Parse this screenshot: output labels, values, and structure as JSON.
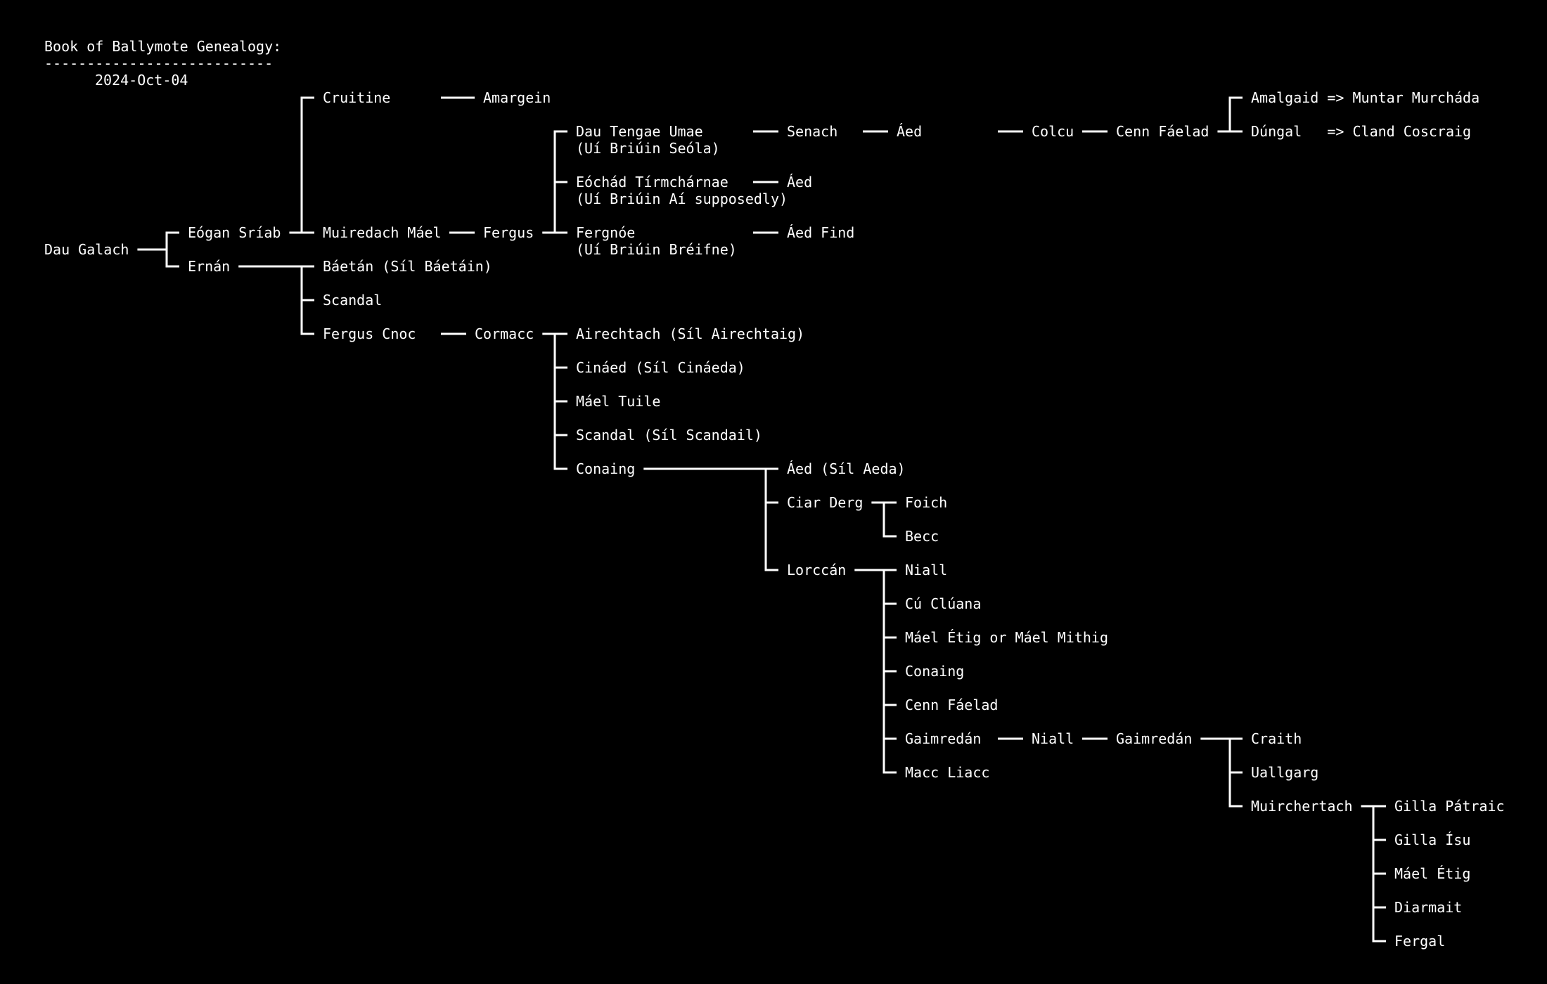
{
  "title": "Book of Ballymote Genealogy:",
  "rule": "---------------------------",
  "date": "2024-Oct-04",
  "colors": {
    "background": "#000000",
    "foreground": "#ffffff"
  },
  "nodes": [
    {
      "id": "dau-galach",
      "label": "Dau Galach"
    },
    {
      "id": "eogan-sriab",
      "label": "Eógan Sríab"
    },
    {
      "id": "ernan",
      "label": "Ernán"
    },
    {
      "id": "cruitine",
      "label": "Cruitine"
    },
    {
      "id": "amargein",
      "label": "Amargein"
    },
    {
      "id": "muiredach-mael",
      "label": "Muiredach Máel"
    },
    {
      "id": "fergus",
      "label": "Fergus"
    },
    {
      "id": "dau-tengae-umae",
      "label": "Dau Tengae Umae",
      "note": "(Uí Briúin Seóla)"
    },
    {
      "id": "senach",
      "label": "Senach"
    },
    {
      "id": "aed-1",
      "label": "Áed"
    },
    {
      "id": "colcu",
      "label": "Colcu"
    },
    {
      "id": "cenn-faelad-1",
      "label": "Cenn Fáelad"
    },
    {
      "id": "amalgaid",
      "label": "Amalgaid => Muntar Murcháda"
    },
    {
      "id": "dungal",
      "label": "Dúngal   => Cland Coscraig"
    },
    {
      "id": "eochad",
      "label": "Eóchád Tírmchárnae",
      "note": "(Uí Briúin Aí supposedly)"
    },
    {
      "id": "aed-2",
      "label": "Áed"
    },
    {
      "id": "fergnoe",
      "label": "Fergnóe",
      "note": "(Uí Briúin Bréifne)"
    },
    {
      "id": "aed-find",
      "label": "Áed Find"
    },
    {
      "id": "baetan",
      "label": "Báetán (Síl Báetáin)"
    },
    {
      "id": "scandal-1",
      "label": "Scandal"
    },
    {
      "id": "fergus-cnoc",
      "label": "Fergus Cnoc"
    },
    {
      "id": "cormacc",
      "label": "Cormacc"
    },
    {
      "id": "airechtach",
      "label": "Airechtach (Síl Airechtaig)"
    },
    {
      "id": "cinaed",
      "label": "Cináed (Síl Cináeda)"
    },
    {
      "id": "mael-tuile",
      "label": "Máel Tuile"
    },
    {
      "id": "scandal-2",
      "label": "Scandal (Síl Scandail)"
    },
    {
      "id": "conaing-1",
      "label": "Conaing"
    },
    {
      "id": "aed-sil-aeda",
      "label": "Áed (Síl Aeda)"
    },
    {
      "id": "ciar-derg",
      "label": "Ciar Derg"
    },
    {
      "id": "foich",
      "label": "Foich"
    },
    {
      "id": "becc",
      "label": "Becc"
    },
    {
      "id": "lorccan",
      "label": "Lorccán"
    },
    {
      "id": "niall-1",
      "label": "Niall"
    },
    {
      "id": "cu-cluana",
      "label": "Cú Clúana"
    },
    {
      "id": "mael-etig-mithig",
      "label": "Máel Étig or Máel Mithig"
    },
    {
      "id": "conaing-2",
      "label": "Conaing"
    },
    {
      "id": "cenn-faelad-2",
      "label": "Cenn Fáelad"
    },
    {
      "id": "gaimredan-1",
      "label": "Gaimredán"
    },
    {
      "id": "niall-2",
      "label": "Niall"
    },
    {
      "id": "gaimredan-2",
      "label": "Gaimredán"
    },
    {
      "id": "craith",
      "label": "Craith"
    },
    {
      "id": "uallgarg",
      "label": "Uallgarg"
    },
    {
      "id": "muirchertach",
      "label": "Muirchertach"
    },
    {
      "id": "gilla-patraic",
      "label": "Gilla Pátraic"
    },
    {
      "id": "gilla-isu",
      "label": "Gilla Ísu"
    },
    {
      "id": "mael-etig",
      "label": "Máel Étig"
    },
    {
      "id": "diarmait",
      "label": "Diarmait"
    },
    {
      "id": "fergal",
      "label": "Fergal"
    },
    {
      "id": "macc-liacc",
      "label": "Macc Liacc"
    }
  ],
  "edges": [
    {
      "parent": "dau-galach",
      "children": [
        "eogan-sriab",
        "ernan"
      ]
    },
    {
      "parent": "eogan-sriab",
      "children": [
        "cruitine",
        "muiredach-mael"
      ]
    },
    {
      "parent": "cruitine",
      "children": [
        "amargein"
      ]
    },
    {
      "parent": "muiredach-mael",
      "children": [
        "fergus"
      ]
    },
    {
      "parent": "fergus",
      "children": [
        "dau-tengae-umae",
        "eochad",
        "fergnoe"
      ]
    },
    {
      "parent": "dau-tengae-umae",
      "children": [
        "senach"
      ]
    },
    {
      "parent": "senach",
      "children": [
        "aed-1"
      ]
    },
    {
      "parent": "aed-1",
      "children": [
        "colcu"
      ]
    },
    {
      "parent": "colcu",
      "children": [
        "cenn-faelad-1"
      ]
    },
    {
      "parent": "cenn-faelad-1",
      "children": [
        "amalgaid",
        "dungal"
      ]
    },
    {
      "parent": "eochad",
      "children": [
        "aed-2"
      ]
    },
    {
      "parent": "fergnoe",
      "children": [
        "aed-find"
      ]
    },
    {
      "parent": "ernan",
      "children": [
        "baetan",
        "scandal-1",
        "fergus-cnoc"
      ]
    },
    {
      "parent": "fergus-cnoc",
      "children": [
        "cormacc"
      ]
    },
    {
      "parent": "cormacc",
      "children": [
        "airechtach",
        "cinaed",
        "mael-tuile",
        "scandal-2",
        "conaing-1"
      ]
    },
    {
      "parent": "conaing-1",
      "children": [
        "aed-sil-aeda",
        "ciar-derg",
        "lorccan"
      ]
    },
    {
      "parent": "ciar-derg",
      "children": [
        "foich",
        "becc"
      ]
    },
    {
      "parent": "lorccan",
      "children": [
        "niall-1",
        "cu-cluana",
        "mael-etig-mithig",
        "conaing-2",
        "cenn-faelad-2",
        "gaimredan-1",
        "macc-liacc"
      ]
    },
    {
      "parent": "gaimredan-1",
      "children": [
        "niall-2"
      ]
    },
    {
      "parent": "niall-2",
      "children": [
        "gaimredan-2"
      ]
    },
    {
      "parent": "gaimredan-2",
      "children": [
        "craith",
        "uallgarg",
        "muirchertach"
      ]
    },
    {
      "parent": "muirchertach",
      "children": [
        "gilla-patraic",
        "gilla-isu",
        "mael-etig",
        "diarmait",
        "fergal"
      ]
    }
  ]
}
